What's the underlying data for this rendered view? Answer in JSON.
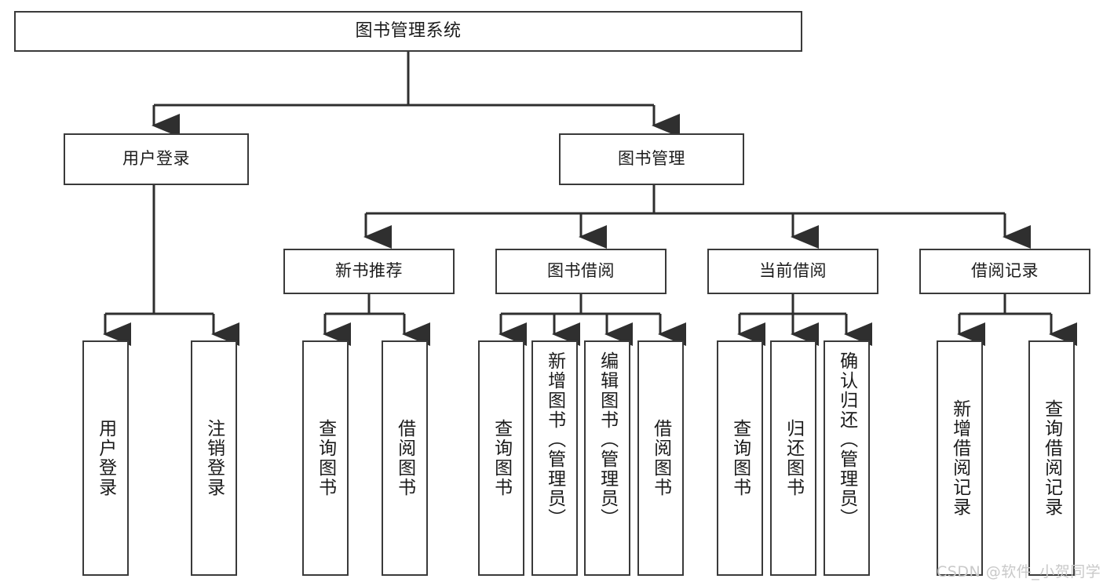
{
  "diagram": {
    "title": "图书管理系统",
    "type": "tree-hierarchy-chart",
    "stroke_color": "#3a3a3a",
    "fill_color": "#ffffff",
    "text_color": "#1b1b1b"
  },
  "root": {
    "label": "图书管理系统"
  },
  "level1": [
    {
      "label": "用户登录"
    },
    {
      "label": "图书管理"
    }
  ],
  "level2": [
    {
      "label": "新书推荐"
    },
    {
      "label": "图书借阅"
    },
    {
      "label": "当前借阅"
    },
    {
      "label": "借阅记录"
    }
  ],
  "leaves": {
    "user_login": [
      {
        "label": "用户登录"
      },
      {
        "label": "注销登录"
      }
    ],
    "new_book_recommend": [
      {
        "label": "查询图书"
      },
      {
        "label": "借阅图书"
      }
    ],
    "book_borrow": [
      {
        "label": "查询图书"
      },
      {
        "label": "新增图书（管理员）"
      },
      {
        "label": "编辑图书（管理员）"
      },
      {
        "label": "借阅图书"
      }
    ],
    "current_borrow": [
      {
        "label": "查询图书"
      },
      {
        "label": "归还图书"
      },
      {
        "label": "确认归还（管理员）"
      }
    ],
    "borrow_record": [
      {
        "label": "新增借阅记录"
      },
      {
        "label": "查询借阅记录"
      }
    ]
  },
  "watermark": {
    "text": "CSDN @软件_小贺同学"
  }
}
